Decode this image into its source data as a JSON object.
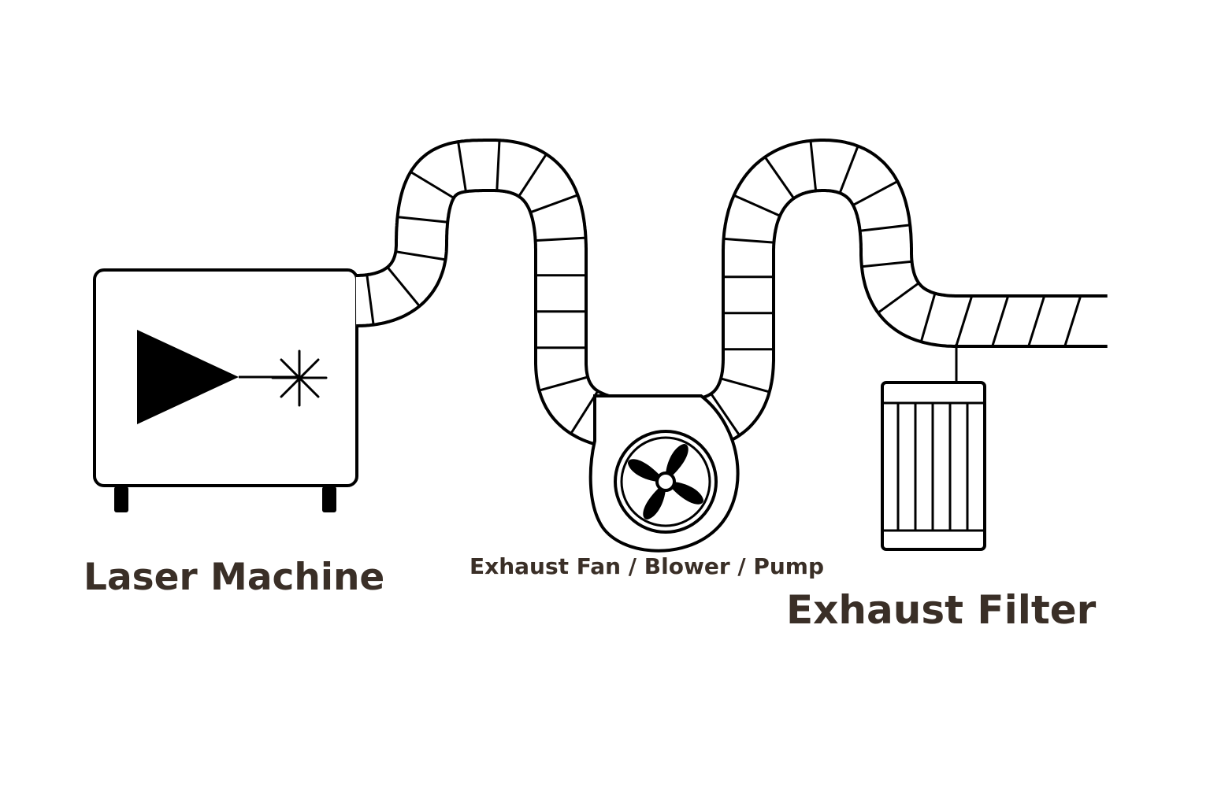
{
  "labels": {
    "laser_machine": "Laser Machine",
    "exhaust_fan": "Exhaust Fan / Blower / Pump",
    "exhaust_filter": "Exhaust Filter"
  },
  "colors": {
    "line": "#000000",
    "label_text": "#3a2f27",
    "background": "#ffffff"
  },
  "icons": {
    "laser_emitter": "laser-triangle-icon",
    "laser_spark": "asterisk-spark-icon",
    "fan": "fan-propeller-icon"
  }
}
